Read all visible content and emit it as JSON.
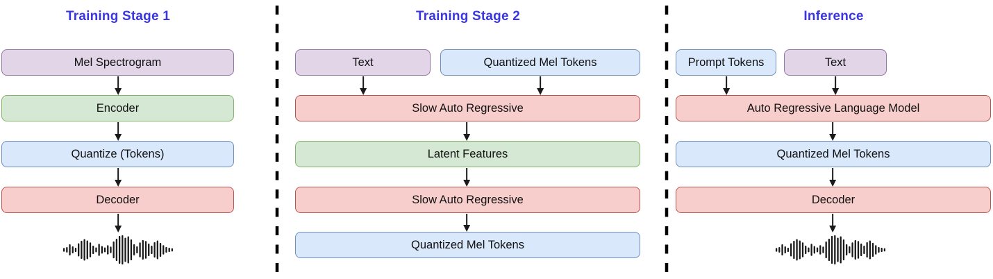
{
  "panels": [
    {
      "title": "Training Stage 1",
      "boxes": [
        {
          "label": "Mel Spectrogram",
          "color": "purple"
        },
        {
          "label": "Encoder",
          "color": "green"
        },
        {
          "label": "Quantize (Tokens)",
          "color": "blue"
        },
        {
          "label": "Decoder",
          "color": "red"
        }
      ],
      "output_icon": "audio-waveform-icon"
    },
    {
      "title": "Training Stage 2",
      "boxes": [
        {
          "label": "Text",
          "color": "purple"
        },
        {
          "label": "Quantized Mel Tokens",
          "color": "blue"
        },
        {
          "label": "Slow Auto Regressive",
          "color": "red"
        },
        {
          "label": "Latent Features",
          "color": "green"
        },
        {
          "label": "Slow Auto Regressive",
          "color": "red"
        },
        {
          "label": "Quantized Mel Tokens",
          "color": "blue"
        }
      ]
    },
    {
      "title": "Inference",
      "boxes": [
        {
          "label": "Prompt Tokens",
          "color": "blue"
        },
        {
          "label": "Text",
          "color": "purple"
        },
        {
          "label": "Auto Regressive Language Model",
          "color": "red"
        },
        {
          "label": "Quantized Mel Tokens",
          "color": "blue"
        },
        {
          "label": "Decoder",
          "color": "red"
        }
      ],
      "output_icon": "audio-waveform-icon"
    }
  ],
  "colors": {
    "purple_fill": "#E1D5E7",
    "purple_stroke": "#9673A6",
    "green_fill": "#D5E8D4",
    "green_stroke": "#82B366",
    "blue_fill": "#DAE8FC",
    "blue_stroke": "#6C8EBF",
    "red_fill": "#F8CECC",
    "red_stroke": "#B85450",
    "title_color": "#3A36E3",
    "ink_color": "#1A1A1A",
    "separator_color": "#000000"
  },
  "waveform": {
    "icon": "audio-waveform-icon",
    "bars": [
      0.08,
      0.14,
      0.35,
      0.2,
      0.1,
      0.42,
      0.6,
      0.72,
      0.62,
      0.48,
      0.25,
      0.12,
      0.38,
      0.22,
      0.12,
      0.28,
      0.18,
      0.55,
      0.75,
      0.95,
      1.0,
      0.82,
      0.92,
      0.7,
      0.35,
      0.2,
      0.48,
      0.65,
      0.58,
      0.4,
      0.25,
      0.5,
      0.62,
      0.45,
      0.28,
      0.15,
      0.1,
      0.06
    ]
  }
}
